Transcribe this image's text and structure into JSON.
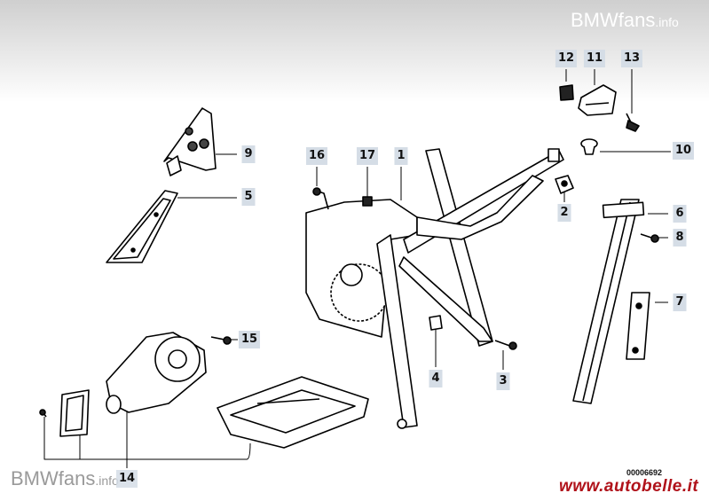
{
  "watermark_top": {
    "main": "BMWfans",
    "suffix": ".info"
  },
  "watermark_bottom": {
    "main": "BMWfans",
    "suffix": ".info"
  },
  "diagram_code": "00006692",
  "site": "www.autobelle.it",
  "callouts": [
    "12",
    "11",
    "13",
    "9",
    "10",
    "16",
    "17",
    "1",
    "5",
    "2",
    "6",
    "8",
    "7",
    "15",
    "4",
    "3",
    "14"
  ]
}
